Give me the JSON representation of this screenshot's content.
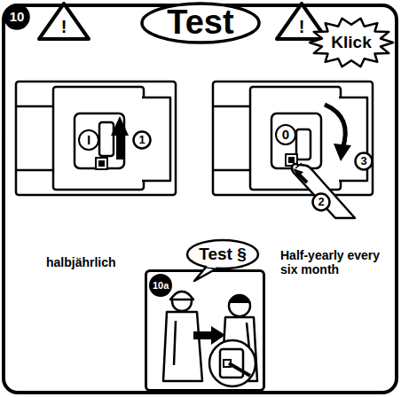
{
  "diagram": {
    "nodes": [
      {
        "text": [
          "10"
        ]
      },
      {
        "text": [
          "Test"
        ]
      },
      {
        "text": [
          "Klick"
        ]
      },
      {
        "text": [
          "1"
        ]
      },
      {
        "text": [
          "3"
        ]
      },
      {
        "text": [
          "2"
        ]
      },
      {
        "text": [
          "10a"
        ]
      },
      {
        "text": [
          "Test §"
        ],
        "in": 6
      }
    ],
    "labels": [
      "!",
      "!",
      "I",
      "0",
      "halbjährlich",
      "Half-yearly every six month"
    ]
  }
}
